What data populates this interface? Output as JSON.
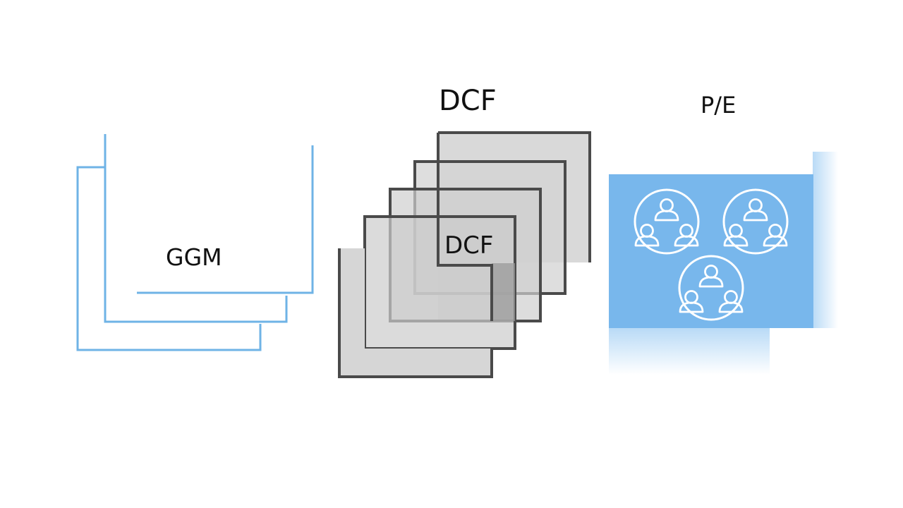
{
  "ggm": {
    "label": "GGM",
    "color": "#6fb3e6"
  },
  "dcf": {
    "title": "DCF",
    "inner_label": "DCF",
    "fill": "#d6d6d6",
    "stroke": "#4a4a4a"
  },
  "pe": {
    "title": "P/E",
    "panel_color": "#78b7ec",
    "icon_color": "#ffffff",
    "icon": "people-group-icon"
  }
}
